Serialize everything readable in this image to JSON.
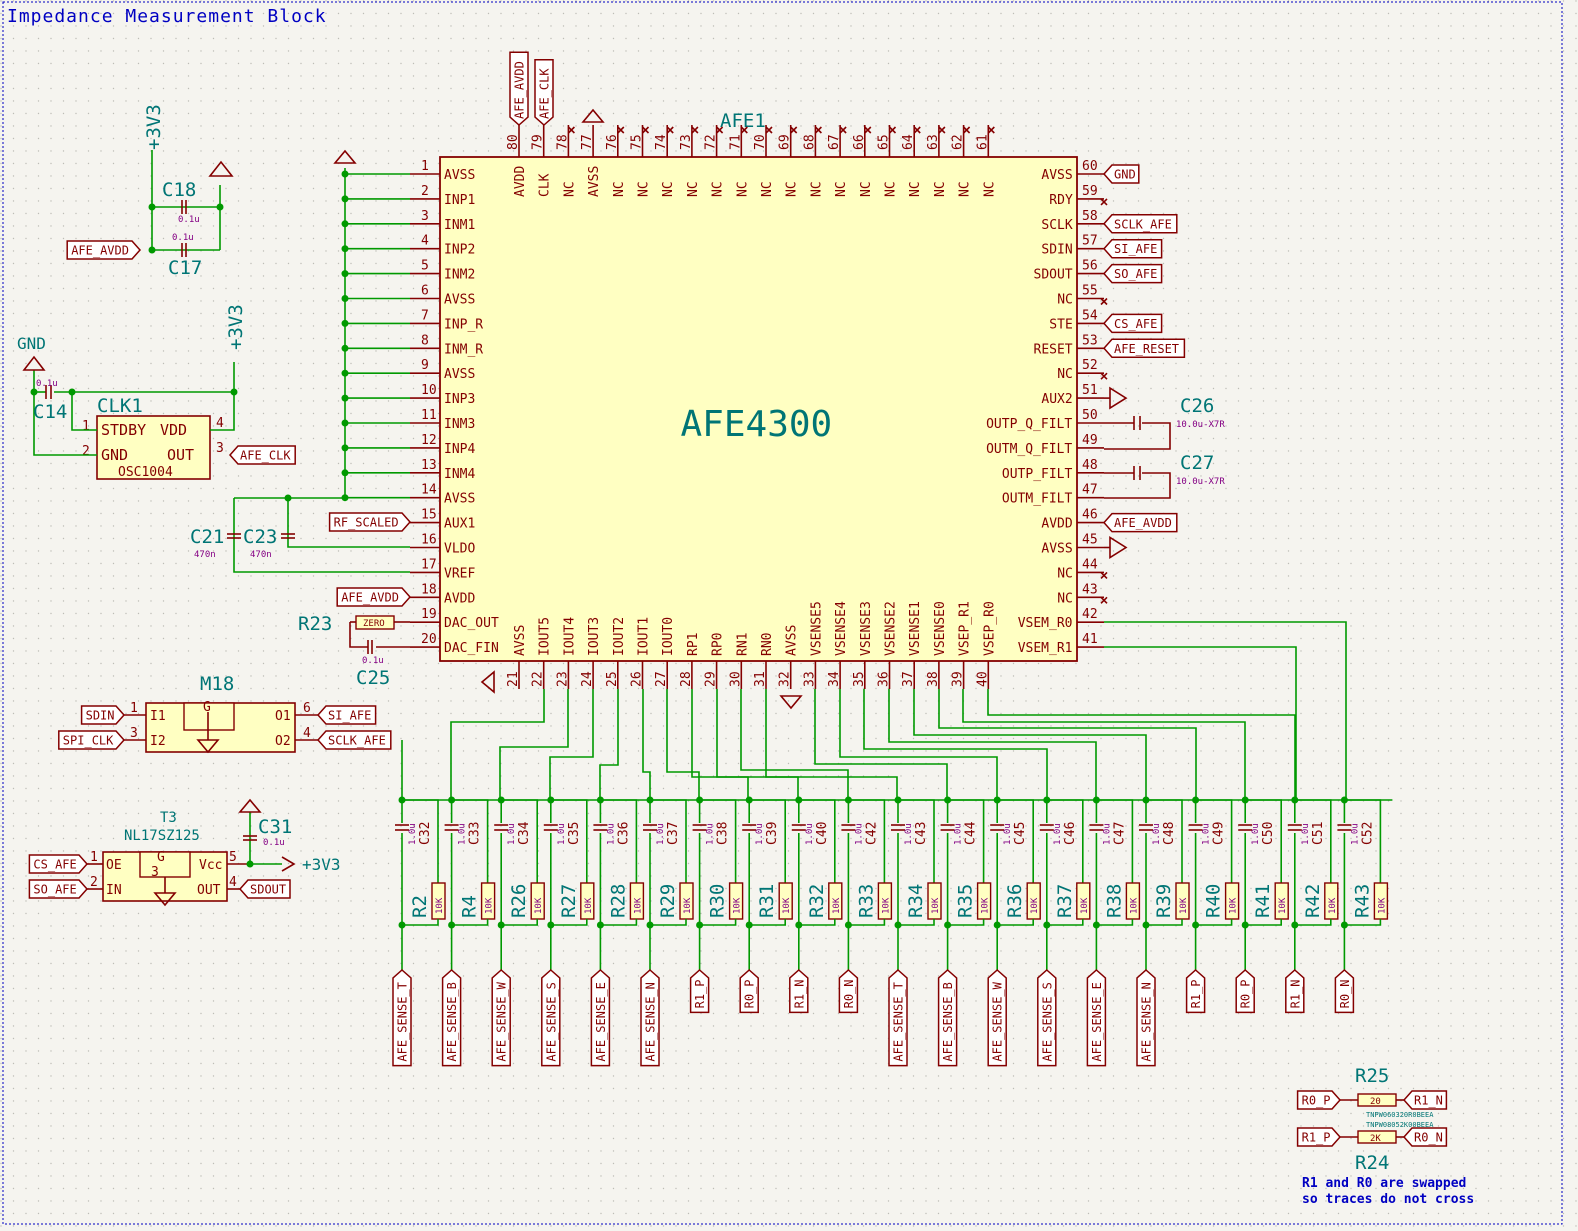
{
  "sheet_title": "Impedance Measurement Block",
  "colors": {
    "wire": "#009900",
    "component": "#840000",
    "body_fill": "#ffffc2",
    "ref": "#007575",
    "value": "#840084",
    "note": "#0000c2"
  },
  "afe": {
    "ref": "AFE1",
    "value": "AFE4300",
    "left_pins": [
      {
        "num": "1",
        "name": "AVSS"
      },
      {
        "num": "2",
        "name": "INP1"
      },
      {
        "num": "3",
        "name": "INM1"
      },
      {
        "num": "4",
        "name": "INP2"
      },
      {
        "num": "5",
        "name": "INM2"
      },
      {
        "num": "6",
        "name": "AVSS"
      },
      {
        "num": "7",
        "name": "INP_R"
      },
      {
        "num": "8",
        "name": "INM_R"
      },
      {
        "num": "9",
        "name": "AVSS"
      },
      {
        "num": "10",
        "name": "INP3"
      },
      {
        "num": "11",
        "name": "INM3"
      },
      {
        "num": "12",
        "name": "INP4"
      },
      {
        "num": "13",
        "name": "INM4"
      },
      {
        "num": "14",
        "name": "AVSS"
      },
      {
        "num": "15",
        "name": "AUX1"
      },
      {
        "num": "16",
        "name": "VLDO"
      },
      {
        "num": "17",
        "name": "VREF"
      },
      {
        "num": "18",
        "name": "AVDD"
      },
      {
        "num": "19",
        "name": "DAC_OUT"
      },
      {
        "num": "20",
        "name": "DAC_FIN"
      }
    ],
    "right_pins": [
      {
        "num": "60",
        "name": "AVSS"
      },
      {
        "num": "59",
        "name": "RDY"
      },
      {
        "num": "58",
        "name": "SCLK"
      },
      {
        "num": "57",
        "name": "SDIN"
      },
      {
        "num": "56",
        "name": "SDOUT"
      },
      {
        "num": "55",
        "name": "NC"
      },
      {
        "num": "54",
        "name": "STE"
      },
      {
        "num": "53",
        "name": "RESET"
      },
      {
        "num": "52",
        "name": "NC"
      },
      {
        "num": "51",
        "name": "AUX2"
      },
      {
        "num": "50",
        "name": "OUTP_Q_FILT"
      },
      {
        "num": "49",
        "name": "OUTM_Q_FILT"
      },
      {
        "num": "48",
        "name": "OUTP_FILT"
      },
      {
        "num": "47",
        "name": "OUTM_FILT"
      },
      {
        "num": "46",
        "name": "AVDD"
      },
      {
        "num": "45",
        "name": "AVSS"
      },
      {
        "num": "44",
        "name": "NC"
      },
      {
        "num": "43",
        "name": "NC"
      },
      {
        "num": "42",
        "name": "VSEM_R0"
      },
      {
        "num": "41",
        "name": "VSEM_R1"
      }
    ],
    "top_pins": [
      {
        "num": "80",
        "name": "AVDD"
      },
      {
        "num": "79",
        "name": "CLK"
      },
      {
        "num": "78",
        "name": "NC"
      },
      {
        "num": "77",
        "name": "AVSS"
      },
      {
        "num": "76",
        "name": "NC"
      },
      {
        "num": "75",
        "name": "NC"
      },
      {
        "num": "74",
        "name": "NC"
      },
      {
        "num": "73",
        "name": "NC"
      },
      {
        "num": "72",
        "name": "NC"
      },
      {
        "num": "71",
        "name": "NC"
      },
      {
        "num": "70",
        "name": "NC"
      },
      {
        "num": "69",
        "name": "NC"
      },
      {
        "num": "68",
        "name": "NC"
      },
      {
        "num": "67",
        "name": "NC"
      },
      {
        "num": "66",
        "name": "NC"
      },
      {
        "num": "65",
        "name": "NC"
      },
      {
        "num": "64",
        "name": "NC"
      },
      {
        "num": "63",
        "name": "NC"
      },
      {
        "num": "62",
        "name": "NC"
      },
      {
        "num": "61",
        "name": "NC"
      }
    ],
    "bottom_pins": [
      {
        "num": "21",
        "name": "AVSS"
      },
      {
        "num": "22",
        "name": "IOUT5"
      },
      {
        "num": "23",
        "name": "IOUT4"
      },
      {
        "num": "24",
        "name": "IOUT3"
      },
      {
        "num": "25",
        "name": "IOUT2"
      },
      {
        "num": "26",
        "name": "IOUT1"
      },
      {
        "num": "27",
        "name": "IOUT0"
      },
      {
        "num": "28",
        "name": "RP1"
      },
      {
        "num": "29",
        "name": "RP0"
      },
      {
        "num": "30",
        "name": "RN1"
      },
      {
        "num": "31",
        "name": "RN0"
      },
      {
        "num": "32",
        "name": "AVSS"
      },
      {
        "num": "33",
        "name": "VSENSE5"
      },
      {
        "num": "34",
        "name": "VSENSE4"
      },
      {
        "num": "35",
        "name": "VSENSE3"
      },
      {
        "num": "36",
        "name": "VSENSE2"
      },
      {
        "num": "37",
        "name": "VSENSE1"
      },
      {
        "num": "38",
        "name": "VSENSE0"
      },
      {
        "num": "39",
        "name": "VSEP_R1"
      },
      {
        "num": "40",
        "name": "VSEP_R0"
      }
    ],
    "top_labels": [
      "AFE_AVDD",
      "AFE_CLK"
    ],
    "right_labels": {
      "60": "GND",
      "58": "SCLK_AFE",
      "57": "SI_AFE",
      "56": "SO_AFE",
      "54": "CS_AFE",
      "53": "AFE_RESET",
      "46": "AFE_AVDD"
    },
    "left_labels": {
      "15": "RF_SCALED",
      "18": "AFE_AVDD"
    }
  },
  "decoupling": {
    "power_label": "+3V3",
    "c18": {
      "ref": "C18",
      "value": "0.1u"
    },
    "c17": {
      "ref": "C17",
      "value": "0.1u"
    },
    "afe_avdd": "AFE_AVDD"
  },
  "clock": {
    "gnd": "GND",
    "power": "+3V3",
    "c14": {
      "ref": "C14",
      "value": "0.1u"
    },
    "ref": "CLK1",
    "value": "OSC1004",
    "pins": [
      {
        "num": "1",
        "name": "STDBY"
      },
      {
        "num": "2",
        "name": "GND"
      },
      {
        "num": "3",
        "name": "OUT"
      },
      {
        "num": "4",
        "name": "VDD"
      }
    ],
    "out_label": "AFE_CLK"
  },
  "vldo_caps": {
    "c21": {
      "ref": "C21",
      "value": "470n"
    },
    "c23": {
      "ref": "C23",
      "value": "470n"
    }
  },
  "dac": {
    "r23": {
      "ref": "R23",
      "value": "ZERO"
    },
    "c25": {
      "ref": "C25",
      "value": "0.1u"
    }
  },
  "filter_caps": {
    "c26": {
      "ref": "C26",
      "value": "10.0u-X7R"
    },
    "c27": {
      "ref": "C27",
      "value": "10.0u-X7R"
    }
  },
  "mux": {
    "ref": "M18",
    "pins": [
      {
        "num": "1",
        "name": "I1"
      },
      {
        "num": "3",
        "name": "I2"
      },
      {
        "num": "6",
        "name": "O1"
      },
      {
        "num": "4",
        "name": "O2"
      }
    ],
    "gnd_pin": "G",
    "in_labels": [
      "SDIN",
      "SPI_CLK"
    ],
    "out_labels": [
      "SI_AFE",
      "SCLK_AFE"
    ]
  },
  "buffer": {
    "ref": "T3",
    "value": "NL17SZ125",
    "pins": [
      {
        "num": "1",
        "name": "OE"
      },
      {
        "num": "2",
        "name": "IN"
      },
      {
        "num": "5",
        "name": "Vcc"
      },
      {
        "num": "4",
        "name": "OUT"
      },
      {
        "num": "3",
        "name": "G"
      }
    ],
    "in_labels": [
      "CS_AFE",
      "SO_AFE"
    ],
    "out_label": "SDOUT",
    "c31": {
      "ref": "C31",
      "value": "0.1u"
    },
    "power": "+3V3"
  },
  "channels": [
    {
      "cap": "C32",
      "res": "R2",
      "label": "AFE_SENSE_T"
    },
    {
      "cap": "C33",
      "res": "R4",
      "label": "AFE_SENSE_B"
    },
    {
      "cap": "C34",
      "res": "R26",
      "label": "AFE_SENSE_W"
    },
    {
      "cap": "C35",
      "res": "R27",
      "label": "AFE_SENSE_S"
    },
    {
      "cap": "C36",
      "res": "R28",
      "label": "AFE_SENSE_E"
    },
    {
      "cap": "C37",
      "res": "R29",
      "label": "AFE_SENSE_N"
    },
    {
      "cap": "C38",
      "res": "R30",
      "label": "R1_P"
    },
    {
      "cap": "C39",
      "res": "R31",
      "label": "R0_P"
    },
    {
      "cap": "C40",
      "res": "R32",
      "label": "R1_N"
    },
    {
      "cap": "C42",
      "res": "R33",
      "label": "R0_N"
    },
    {
      "cap": "C43",
      "res": "R34",
      "label": "AFE_SENSE_T"
    },
    {
      "cap": "C44",
      "res": "R35",
      "label": "AFE_SENSE_B"
    },
    {
      "cap": "C45",
      "res": "R36",
      "label": "AFE_SENSE_W"
    },
    {
      "cap": "C46",
      "res": "R37",
      "label": "AFE_SENSE_S"
    },
    {
      "cap": "C47",
      "res": "R38",
      "label": "AFE_SENSE_E"
    },
    {
      "cap": "C48",
      "res": "R39",
      "label": "AFE_SENSE_N"
    },
    {
      "cap": "C49",
      "res": "R40",
      "label": "R1_P"
    },
    {
      "cap": "C50",
      "res": "R41",
      "label": "R0_P"
    },
    {
      "cap": "C51",
      "res": "R42",
      "label": "R1_N"
    },
    {
      "cap": "C52",
      "res": "R43",
      "label": "R0_N"
    }
  ],
  "channel_cap_value": "1.0u",
  "channel_res_value": "10K",
  "swap": {
    "r25": {
      "ref": "R25",
      "value": "20",
      "part": "TNPW060320R0BEEA",
      "left": "R0_P",
      "right": "R1_N"
    },
    "r24": {
      "ref": "R24",
      "value": "2K",
      "part": "TNPW08052K00BEEA",
      "left": "R1_P",
      "right": "R0_N"
    },
    "note_line1": "R1 and R0 are swapped",
    "note_line2": "so traces do not cross"
  }
}
